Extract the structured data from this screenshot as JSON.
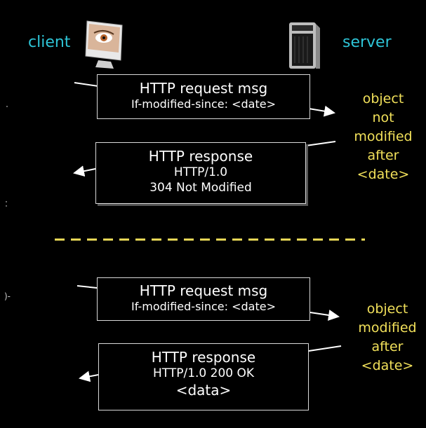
{
  "labels": {
    "client": "client",
    "server": "server"
  },
  "icons": {
    "client": "imac-computer-icon",
    "server": "mac-pro-tower-icon"
  },
  "colors": {
    "role_label": "#2ec4d6",
    "note": "#f1e05a",
    "divider": "#f1e05a",
    "background": "#000000"
  },
  "exchange_1": {
    "request": {
      "title": "HTTP request msg",
      "header": "If-modified-since: <date>"
    },
    "response": {
      "title": "HTTP response",
      "line2": "HTTP/1.0",
      "line3": "304 Not Modified"
    },
    "note": [
      "object",
      "not",
      "modified",
      "after",
      "<date>"
    ]
  },
  "exchange_2": {
    "request": {
      "title": "HTTP request msg",
      "header": "If-modified-since: <date>"
    },
    "response": {
      "title": "HTTP response",
      "line2": "HTTP/1.0 200 OK",
      "line3": "<data>"
    },
    "note": [
      "object",
      "modified",
      "after",
      "<date>"
    ]
  },
  "margin_marks": [
    ")-"
  ]
}
